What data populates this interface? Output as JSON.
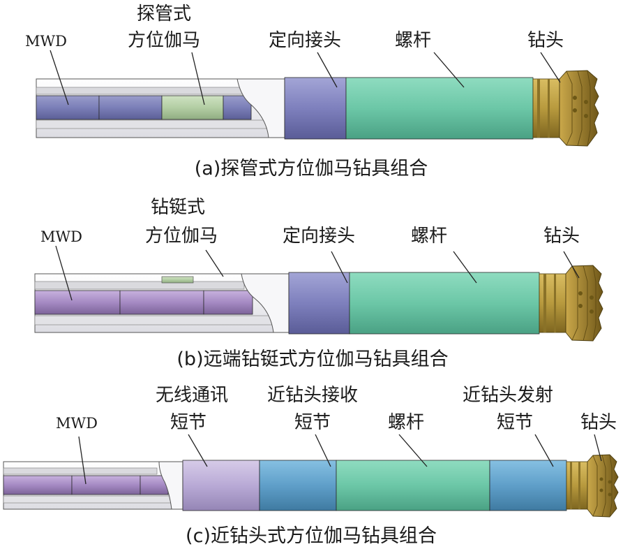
{
  "colors": {
    "mwd_blue": "#7b7fb3",
    "mwd_purple": "#a58ac3",
    "gamma_green": "#b5cfa6",
    "bent_sub": "#7e80bd",
    "motor": "#6cc7a7",
    "radio_sub": "#b9aad6",
    "receiver_sub": "#5f9fc9",
    "transmitter_sub": "#5f9fc9",
    "bit": "#b89a3e",
    "housing": "#f4f4f6"
  },
  "panel_a": {
    "labels": {
      "mwd": "MWD",
      "gamma_line1": "探管式",
      "gamma_line2": "方位伽马",
      "bent_sub": "定向接头",
      "motor": "螺杆",
      "bit": "钻头"
    },
    "caption": "(a)探管式方位伽马钻具组合"
  },
  "panel_b": {
    "labels": {
      "mwd": "MWD",
      "gamma_line1": "钻铤式",
      "gamma_line2": "方位伽马",
      "bent_sub": "定向接头",
      "motor": "螺杆",
      "bit": "钻头"
    },
    "caption": "(b)远端钻铤式方位伽马钻具组合"
  },
  "panel_c": {
    "labels": {
      "mwd": "MWD",
      "radio_line1": "无线通讯",
      "radio_line2": "短节",
      "receiver_line1": "近钻头接收",
      "receiver_line2": "短节",
      "motor": "螺杆",
      "transmitter_line1": "近钻头发射",
      "transmitter_line2": "短节",
      "bit": "钻头"
    },
    "caption": "(c)近钻头式方位伽马钻具组合"
  }
}
